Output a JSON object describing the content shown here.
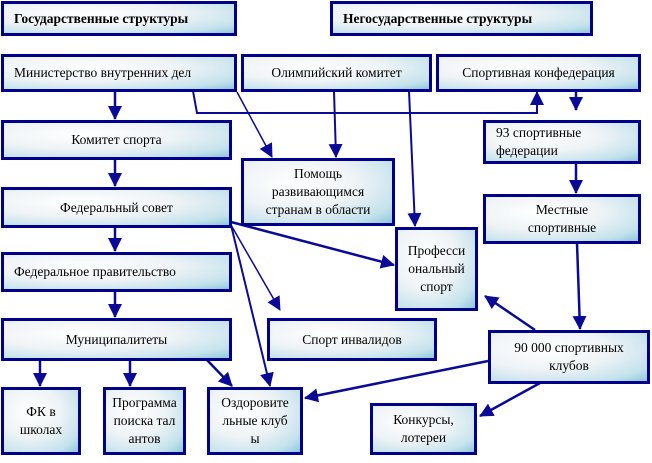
{
  "headers": {
    "state": "Государственные структуры",
    "nonstate": "Негосударственные структуры"
  },
  "boxes": {
    "ministry": "Министерство внутренних дел",
    "olympic": "Олимпийский комитет",
    "confederation": "Спортивная конфедерация",
    "sport_committee": "Комитет спорта",
    "aid": "Помощь развивающимся странам в области",
    "federations": "93 спортивные федерации",
    "federal_council": "Федеральный совет",
    "local": "Местные спортивные",
    "pro_sport": "Профессиональный спорт",
    "federal_gov": "Федеральное правительство",
    "disabled": "Спорт инвалидов",
    "municipalities": "Муниципалитеты",
    "clubs": "90 000 спортивных клубов",
    "school_fc": "ФК в школах",
    "talent": "Программа поиска талантов",
    "health_clubs": "Оздоровительные клубы",
    "contests": "Конкурсы, лотереи"
  },
  "colors": {
    "border": "#00008b",
    "arrow": "#0a0a96"
  }
}
